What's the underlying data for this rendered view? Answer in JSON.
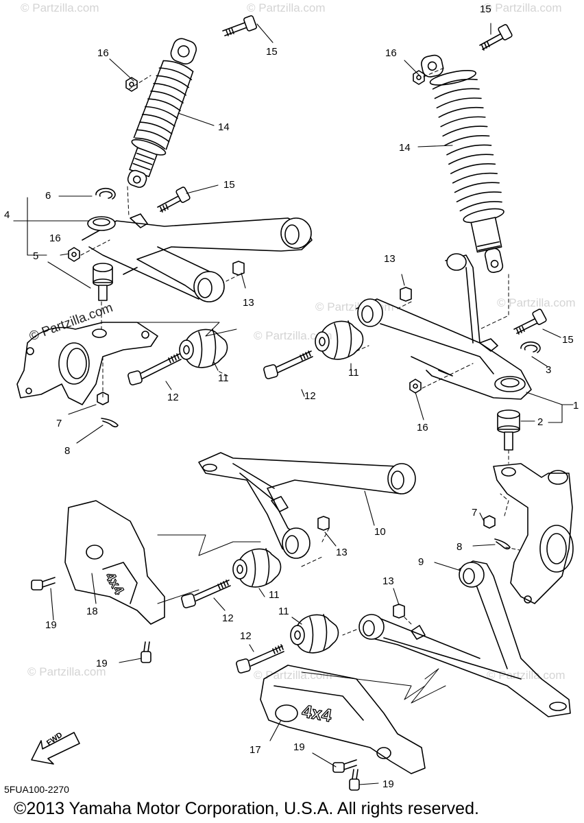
{
  "callouts": [
    {
      "text": "15"
    },
    {
      "text": "16"
    },
    {
      "text": "14"
    },
    {
      "text": "6"
    },
    {
      "text": "15"
    },
    {
      "text": "4"
    },
    {
      "text": "16"
    },
    {
      "text": "5"
    },
    {
      "text": "13"
    },
    {
      "text": "11"
    },
    {
      "text": "12"
    },
    {
      "text": "7"
    },
    {
      "text": "8"
    },
    {
      "text": "15"
    },
    {
      "text": "16"
    },
    {
      "text": "14"
    },
    {
      "text": "13"
    },
    {
      "text": "11"
    },
    {
      "text": "12"
    },
    {
      "text": "15"
    },
    {
      "text": "3"
    },
    {
      "text": "1"
    },
    {
      "text": "2"
    },
    {
      "text": "16"
    },
    {
      "text": "10"
    },
    {
      "text": "13"
    },
    {
      "text": "7"
    },
    {
      "text": "8"
    },
    {
      "text": "9"
    },
    {
      "text": "11"
    },
    {
      "text": "12"
    },
    {
      "text": "19"
    },
    {
      "text": "18"
    },
    {
      "text": "19"
    },
    {
      "text": "13"
    },
    {
      "text": "11"
    },
    {
      "text": "12"
    },
    {
      "text": "17"
    },
    {
      "text": "19"
    },
    {
      "text": "19"
    }
  ],
  "watermarks": {
    "brand": "© Partzilla.com",
    "diagonal": "© Partzilla.com"
  },
  "fwd_label": "FWD",
  "ref_code": "5FUA100-2270",
  "copyright": "©2013 Yamaha Motor Corporation, U.S.A. All rights reserved."
}
